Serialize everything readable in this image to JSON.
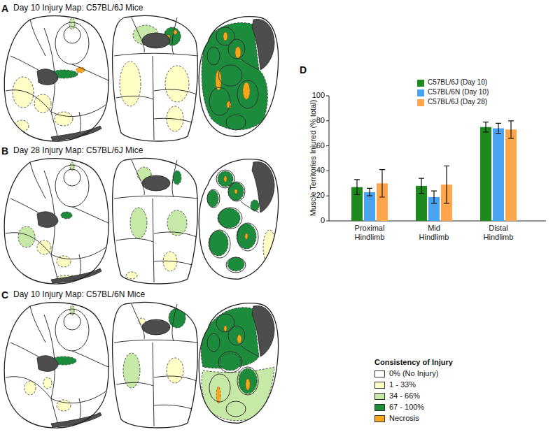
{
  "diagram": {
    "labels": [
      "A",
      "Day 10 Injury Map: C57BL/6J Mice",
      "B",
      "Day 28 Injury Map: C57BL/6J Mice",
      "C",
      "Day 10 Injury Map: C57BL/6N Mice",
      "D",
      "Muscle Territories Injured (% total)",
      "0",
      "20",
      "40",
      "60",
      "80",
      "100",
      "Proximal Hindlimb",
      "Mid Hindlimb",
      "Distal Hindlimb",
      "Consistency of Injury"
    ],
    "legend": [
      {
        "text": "C57BL/6J (Day 10)",
        "color": "#1e8a1e"
      },
      {
        "text": "C57BL/6N (Day 10)",
        "color": "#4aa3f0"
      },
      {
        "text": "C57BL/6J (Day 28)",
        "color": "#ffa64d"
      },
      {
        "text": "0% (No Injury)",
        "color": "#ffffff"
      },
      {
        "text": "1 - 33%",
        "color": "#ffffc5"
      },
      {
        "text": "34 - 66%",
        "color": "#c7e9a7"
      },
      {
        "text": "67 - 100%",
        "color": "#1c8c3c"
      },
      {
        "text": "Necrosis",
        "color": "#f7a51c"
      }
    ]
  }
}
